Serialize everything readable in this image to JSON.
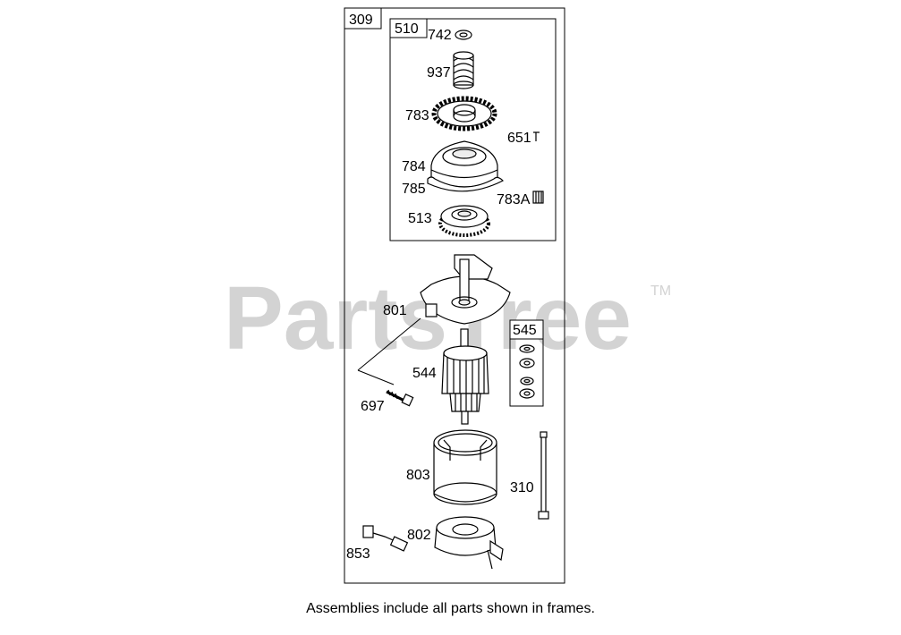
{
  "watermark": {
    "text": "PartsTree",
    "tm": "TM"
  },
  "frames": {
    "main": "309",
    "drive": "510",
    "washers": "545"
  },
  "parts": {
    "p742": "742",
    "p937": "937",
    "p783": "783",
    "p651": "651",
    "p784": "784",
    "p785": "785",
    "p783a": "783A",
    "p513": "513",
    "p801": "801",
    "p544": "544",
    "p697": "697",
    "p803": "803",
    "p310": "310",
    "p802": "802",
    "p853": "853"
  },
  "caption": "Assemblies include all parts shown in frames."
}
